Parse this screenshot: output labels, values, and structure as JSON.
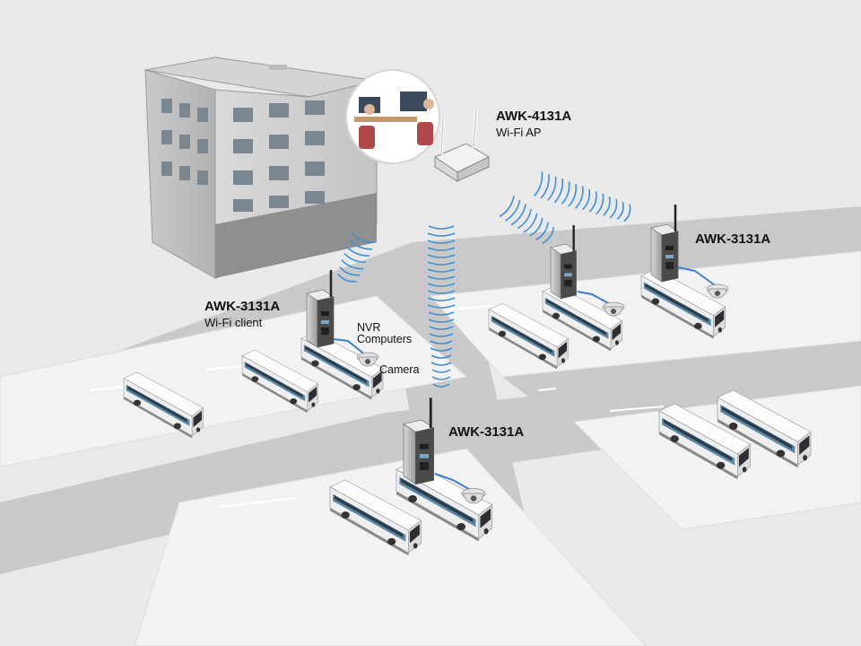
{
  "labels": {
    "ap": {
      "title": "AWK-4131A",
      "subtitle": "Wi-Fi AP"
    },
    "client_left": {
      "title": "AWK-3131A",
      "subtitle": "Wi-Fi client"
    },
    "client_right": {
      "title": "AWK-3131A"
    },
    "client_center": {
      "title": "AWK-3131A"
    },
    "nvr": {
      "line1": "NVR",
      "line2": "Computers"
    },
    "camera": "Camera"
  },
  "colors": {
    "ground": "#e9e9e9",
    "road": "#c6c6c6",
    "lot": "#f1f1f1",
    "building": "#bdbdbd",
    "bus_body": "#f3f3f3",
    "bus_stripe": "#5a89a8",
    "wifi": "#3d8fd8"
  },
  "icons": [
    "building-icon",
    "control-room-icon",
    "access-point-icon",
    "wireless-client-icon",
    "bus-icon",
    "dome-camera-icon",
    "wifi-signal-icon"
  ]
}
